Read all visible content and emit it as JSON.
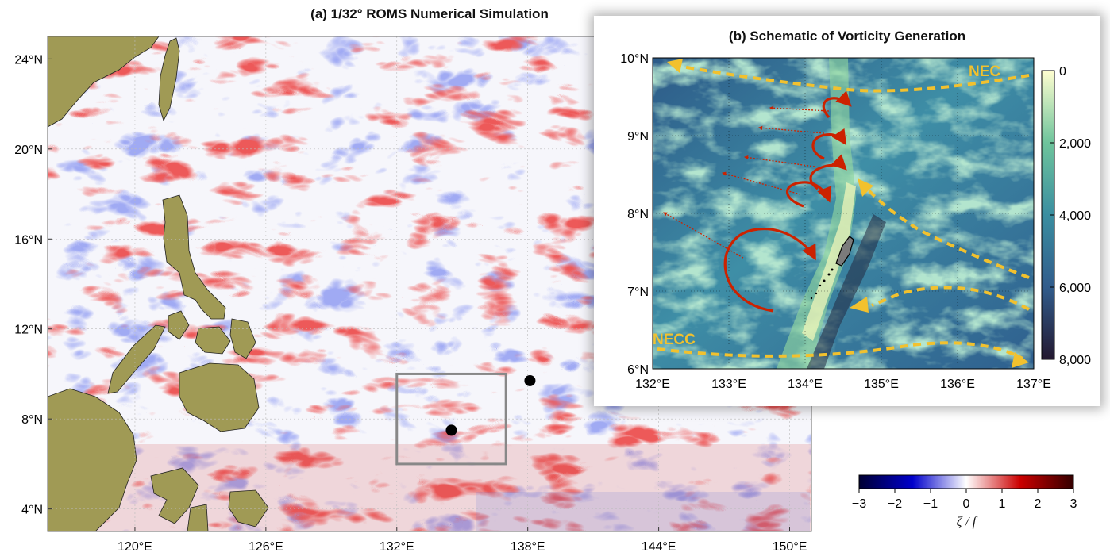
{
  "chart_data": [
    {
      "type": "heatmap",
      "panel": "a",
      "title": "(a) 1/32° ROMS Numerical Simulation",
      "x_ticks": [
        "120°E",
        "126°E",
        "132°E",
        "138°E",
        "144°E",
        "150°E"
      ],
      "y_ticks": [
        "4°N",
        "8°N",
        "12°N",
        "16°N",
        "20°N",
        "24°N"
      ],
      "xlim": [
        116,
        151
      ],
      "ylim": [
        3,
        25
      ],
      "colorbar": {
        "ticks": [
          "−3",
          "−2",
          "−1",
          "0",
          "1",
          "2",
          "3"
        ],
        "label": "ζ / f",
        "range": [
          -3,
          3
        ],
        "colors": [
          "#000033",
          "#0000cc",
          "#ffffff",
          "#cc0000",
          "#330000"
        ]
      },
      "markers": [
        {
          "lon": 134.5,
          "lat": 7.5
        },
        {
          "lon": 138.1,
          "lat": 9.7
        }
      ],
      "inset_box": {
        "lon": [
          132,
          137
        ],
        "lat": [
          6,
          10
        ]
      },
      "land_color": "#a09a55"
    },
    {
      "type": "heatmap",
      "panel": "b",
      "title": "(b) Schematic of Vorticity Generation",
      "x_ticks": [
        "132°E",
        "133°E",
        "134°E",
        "135°E",
        "136°E",
        "137°E"
      ],
      "y_ticks": [
        "6°N",
        "7°N",
        "8°N",
        "9°N",
        "10°N"
      ],
      "xlim": [
        132,
        137
      ],
      "ylim": [
        6,
        10
      ],
      "colorbar": {
        "ticks": [
          "0",
          "2,000",
          "4,000",
          "6,000",
          "8,000"
        ],
        "range": [
          0,
          8000
        ],
        "colors": [
          "#fffed0",
          "#6ec49c",
          "#3a8ea0",
          "#315c8c",
          "#231830"
        ]
      },
      "current_labels": [
        "NEC",
        "NECC"
      ],
      "grid": true
    }
  ]
}
